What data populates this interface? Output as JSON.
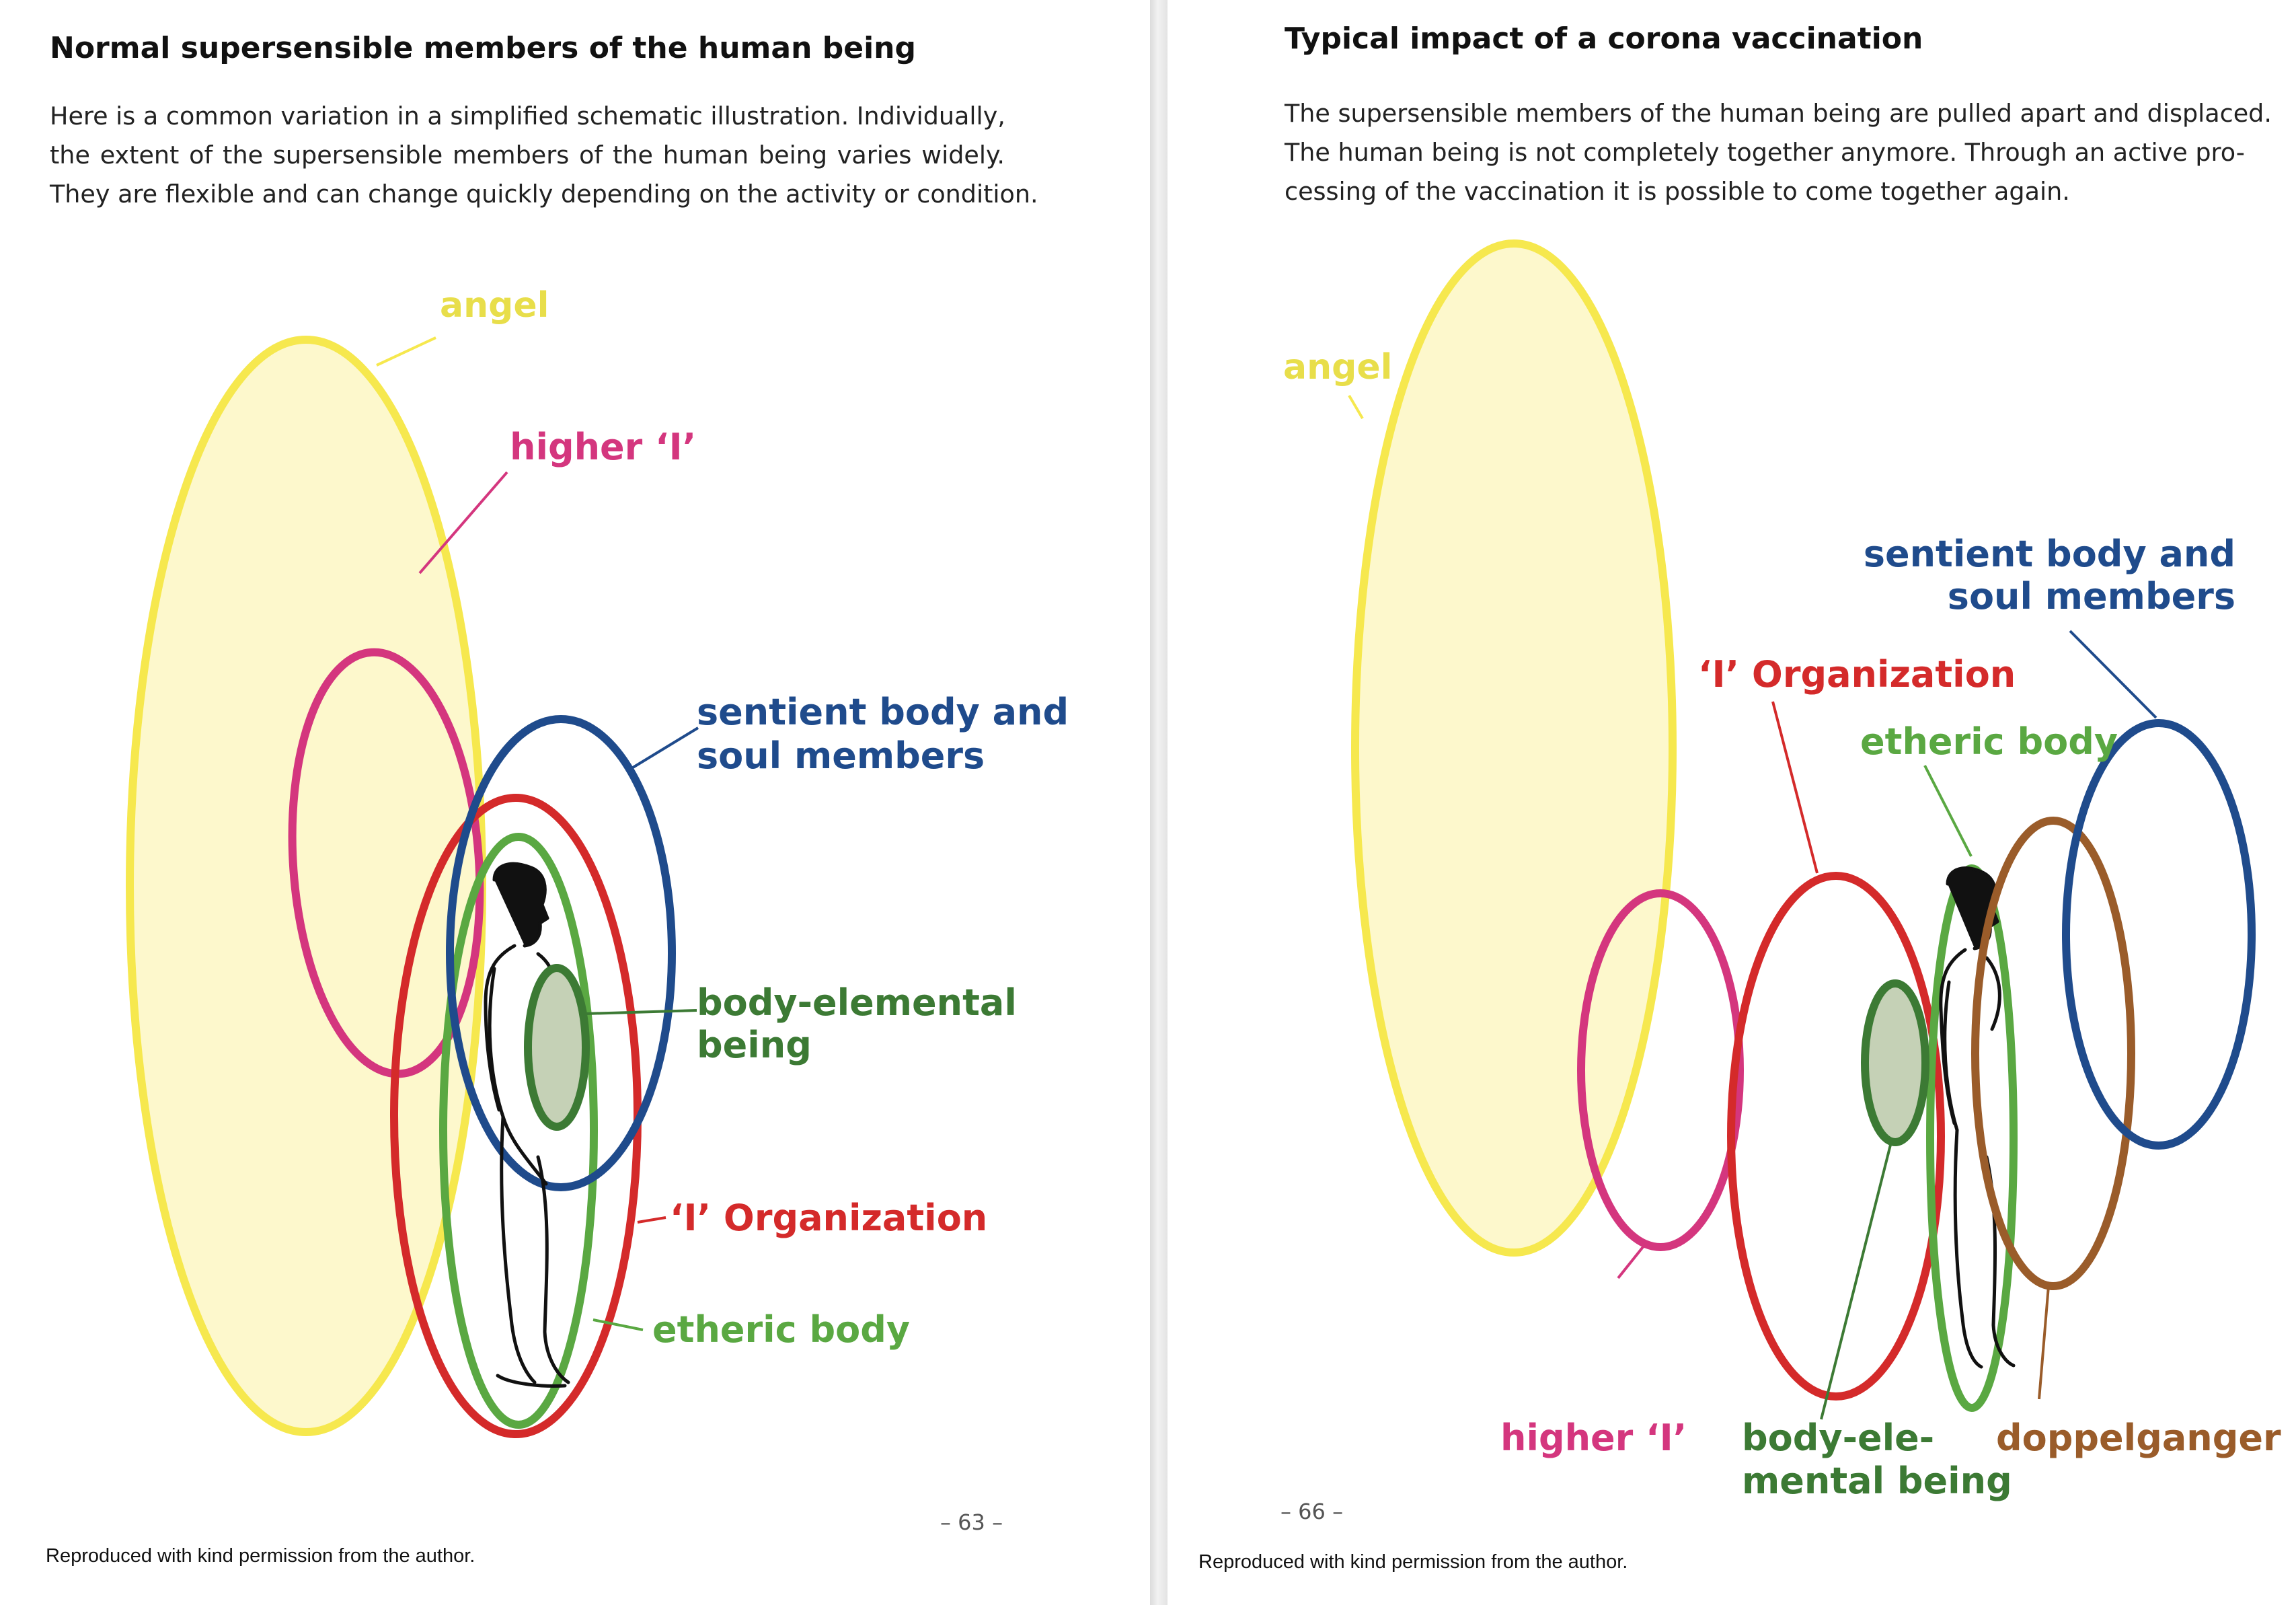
{
  "left_page": {
    "heading": "Normal supersensible members of the human being",
    "paragraph_lines": [
      "Here is a common variation in a simplified schematic illustration. Individually,",
      "the extent of the supersensible members of the human being varies widely.",
      "They are flexible and can change quickly depending on the activity or condition."
    ],
    "labels": {
      "angel": "angel",
      "higher_i": "higher ‘I’",
      "sentient_line1": "sentient body and",
      "sentient_line2": "soul members",
      "body_elemental_line1": "body-elemental",
      "body_elemental_line2": "being",
      "i_organization": "‘I’ Organization",
      "etheric_body": "etheric body"
    },
    "page_number": "– 63 –",
    "credit": "Reproduced with kind permission from the author."
  },
  "right_page": {
    "heading": "Typical impact of a corona vaccination",
    "paragraph_lines": [
      "The supersensible members of the human being are pulled apart and displaced.",
      "The human being is not completely together anymore. Through an active pro-",
      "cessing of the vaccination it is possible to come together again."
    ],
    "labels": {
      "angel": "angel",
      "sentient_line1": "sentient body and",
      "sentient_line2": "soul members",
      "i_organization": "‘I’ Organization",
      "etheric_body": "etheric body",
      "higher_i": "higher ‘I’",
      "body_elemental_line1": "body-ele-",
      "body_elemental_line2": "mental being",
      "doppelganger": "doppelganger"
    },
    "page_number": "– 66 –",
    "credit": "Reproduced with kind permission from the author."
  },
  "colors": {
    "angel": "#f6e84e",
    "angel_fill": "#fdf8cc",
    "higher_i": "#d4367e",
    "sentient": "#1f4b8c",
    "i_organization": "#d42a2a",
    "etheric": "#5aa842",
    "body_elemental": "#3c7a34",
    "body_elemental_fill": "#c5d1b6",
    "doppelganger": "#9a5c2a"
  }
}
